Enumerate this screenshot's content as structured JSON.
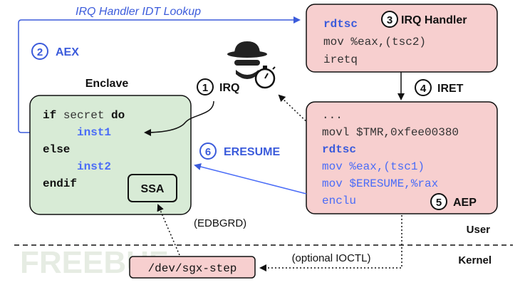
{
  "labels": {
    "idt_lookup": "IRQ Handler IDT Lookup",
    "aex_num": "2",
    "aex": "AEX",
    "enclave_title": "Enclave",
    "irq_num": "1",
    "irq": "IRQ",
    "iret_num": "4",
    "iret": "IRET",
    "eresume_num": "6",
    "eresume": "ERESUME",
    "edbgrd": "(EDBGRD)",
    "user": "User",
    "kernel": "Kernel",
    "optional_ioctl": "(optional IOCTL)",
    "watermark": "FREEBUF"
  },
  "handler": {
    "num": "3",
    "title": "IRQ Handler",
    "lines": [
      "rdtsc",
      "mov %eax,(tsc2)",
      "iretq"
    ]
  },
  "enclave_code": {
    "l1_kw": "if",
    "l1_var": "secret",
    "l1_do": "do",
    "l2": "inst1",
    "l3": "else",
    "l4": "inst2",
    "l5": "endif"
  },
  "ssa": "SSA",
  "aep": {
    "num": "5",
    "title": "AEP",
    "lines": [
      "...",
      "movl $TMR,0xfee00380",
      "rdtsc",
      "mov %eax,(tsc1)",
      "mov $ERESUME,%rax",
      "enclu"
    ]
  },
  "sgx_step": "/dev/sgx-step",
  "colors": {
    "blue": "#3b5bdb",
    "pink_fill": "#f7cfcf",
    "green_fill": "#d8ebd6",
    "code_blue": "#4a6cf7"
  }
}
